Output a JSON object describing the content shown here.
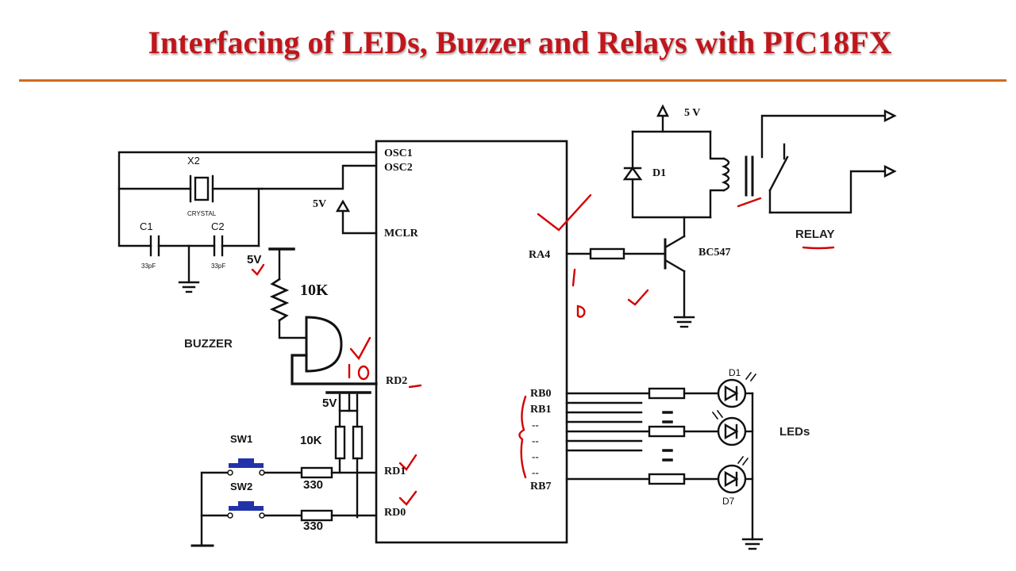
{
  "title": "Interfacing of LEDs, Buzzer and Relays with PIC18FX",
  "mcu": {
    "pins_left": [
      "OSC1",
      "OSC2",
      "MCLR",
      "RD2",
      "RD1",
      "RD0"
    ],
    "pins_right": [
      "RA4",
      "RB0",
      "RB1",
      "--",
      "--",
      "--",
      "--",
      "RB7"
    ]
  },
  "oscillator": {
    "crystal": "X2",
    "crystal_type": "CRYSTAL",
    "cap1": "C1",
    "cap2": "C2",
    "cap1_value": "33pF",
    "cap2_value": "33pF"
  },
  "supply": {
    "mclr": "5V",
    "buzzer": "5V",
    "switches": "5V",
    "relay": "5 V"
  },
  "buzzer": {
    "label": "BUZZER",
    "resistor": "10K"
  },
  "switches": {
    "sw1": "SW1",
    "sw2": "SW2",
    "pullup": "10K",
    "r1": "330",
    "r2": "330"
  },
  "relay_circuit": {
    "diode": "D1",
    "transistor": "BC547",
    "relay": "RELAY"
  },
  "leds": {
    "label": "LEDs",
    "first": "D1",
    "last": "D7"
  },
  "colors": {
    "title": "#c0161c",
    "rule": "#d2691e",
    "annotation": "#d40000",
    "switch": "#2233aa",
    "wire": "#111111"
  }
}
